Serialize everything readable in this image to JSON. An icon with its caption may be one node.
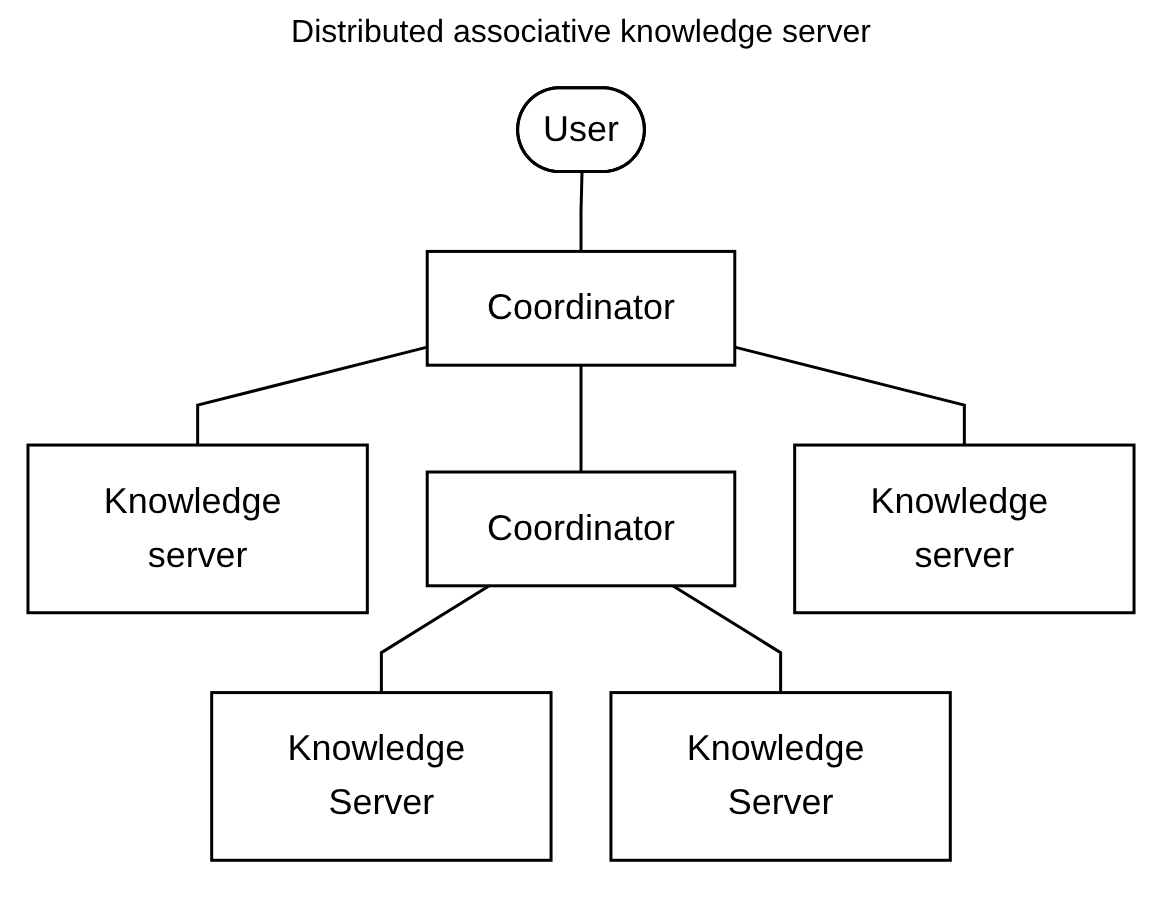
{
  "diagram": {
    "nodes": [
      {
        "text": [
          "User"
        ]
      },
      {
        "text": [
          "Coordinator"
        ]
      },
      {
        "text": [
          "Knowledge server"
        ]
      },
      {
        "text": [
          "Coordinator"
        ]
      },
      {
        "text": [
          "Knowledge server"
        ]
      },
      {
        "text": [
          "Knowledge Server"
        ]
      },
      {
        "text": [
          "Knowledge Server"
        ]
      }
    ],
    "edges": [
      {
        "from": 0,
        "to": 1,
        "arrow": "none"
      },
      {
        "from": 1,
        "to": 2,
        "arrow": "none"
      },
      {
        "from": 1,
        "to": 3,
        "arrow": "none"
      },
      {
        "from": 1,
        "to": 4,
        "arrow": "none"
      },
      {
        "from": 3,
        "to": 5,
        "arrow": "none"
      },
      {
        "from": 3,
        "to": 6,
        "arrow": "none"
      }
    ],
    "labels": [
      "Distributed associative knowledge server"
    ]
  }
}
